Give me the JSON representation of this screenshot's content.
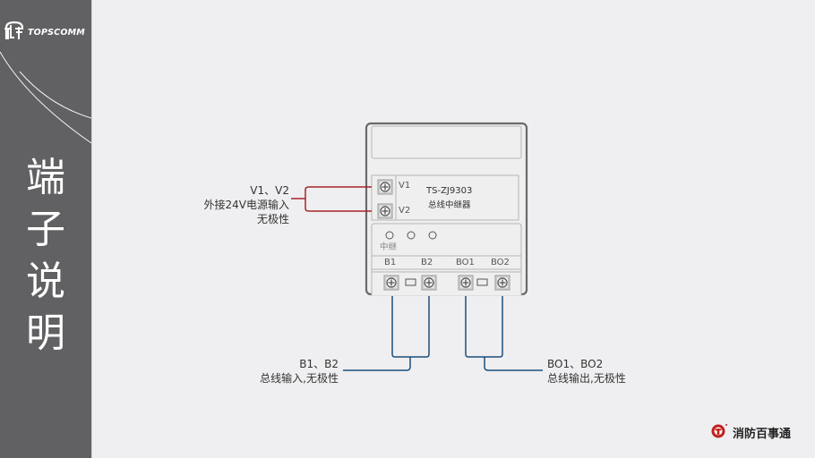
{
  "sidebar": {
    "brand": "TOPSCOMM",
    "title_chars": [
      "端",
      "子",
      "说",
      "明"
    ]
  },
  "device": {
    "model": "TS-ZJ9303",
    "name": "总线中继器",
    "terminals_power": [
      "V1",
      "V2"
    ],
    "indicator_label": "中继",
    "indicator_count": 3,
    "terminals_bus": [
      "B1",
      "B2",
      "BO1",
      "BO2"
    ]
  },
  "callouts": {
    "power": {
      "lines": [
        "V1、V2",
        "外接24V电源输入",
        "无极性"
      ],
      "color": "#a5252a"
    },
    "bus_in": {
      "lines": [
        "B1、B2",
        "总线输入,无极性"
      ],
      "color": "#1d4e7a"
    },
    "bus_out": {
      "lines": [
        "BO1、BO2",
        "总线输出,无极性"
      ],
      "color": "#1d4e7a"
    }
  },
  "footer": {
    "brand": "消防百事通",
    "brand_color": "#c0201f"
  }
}
